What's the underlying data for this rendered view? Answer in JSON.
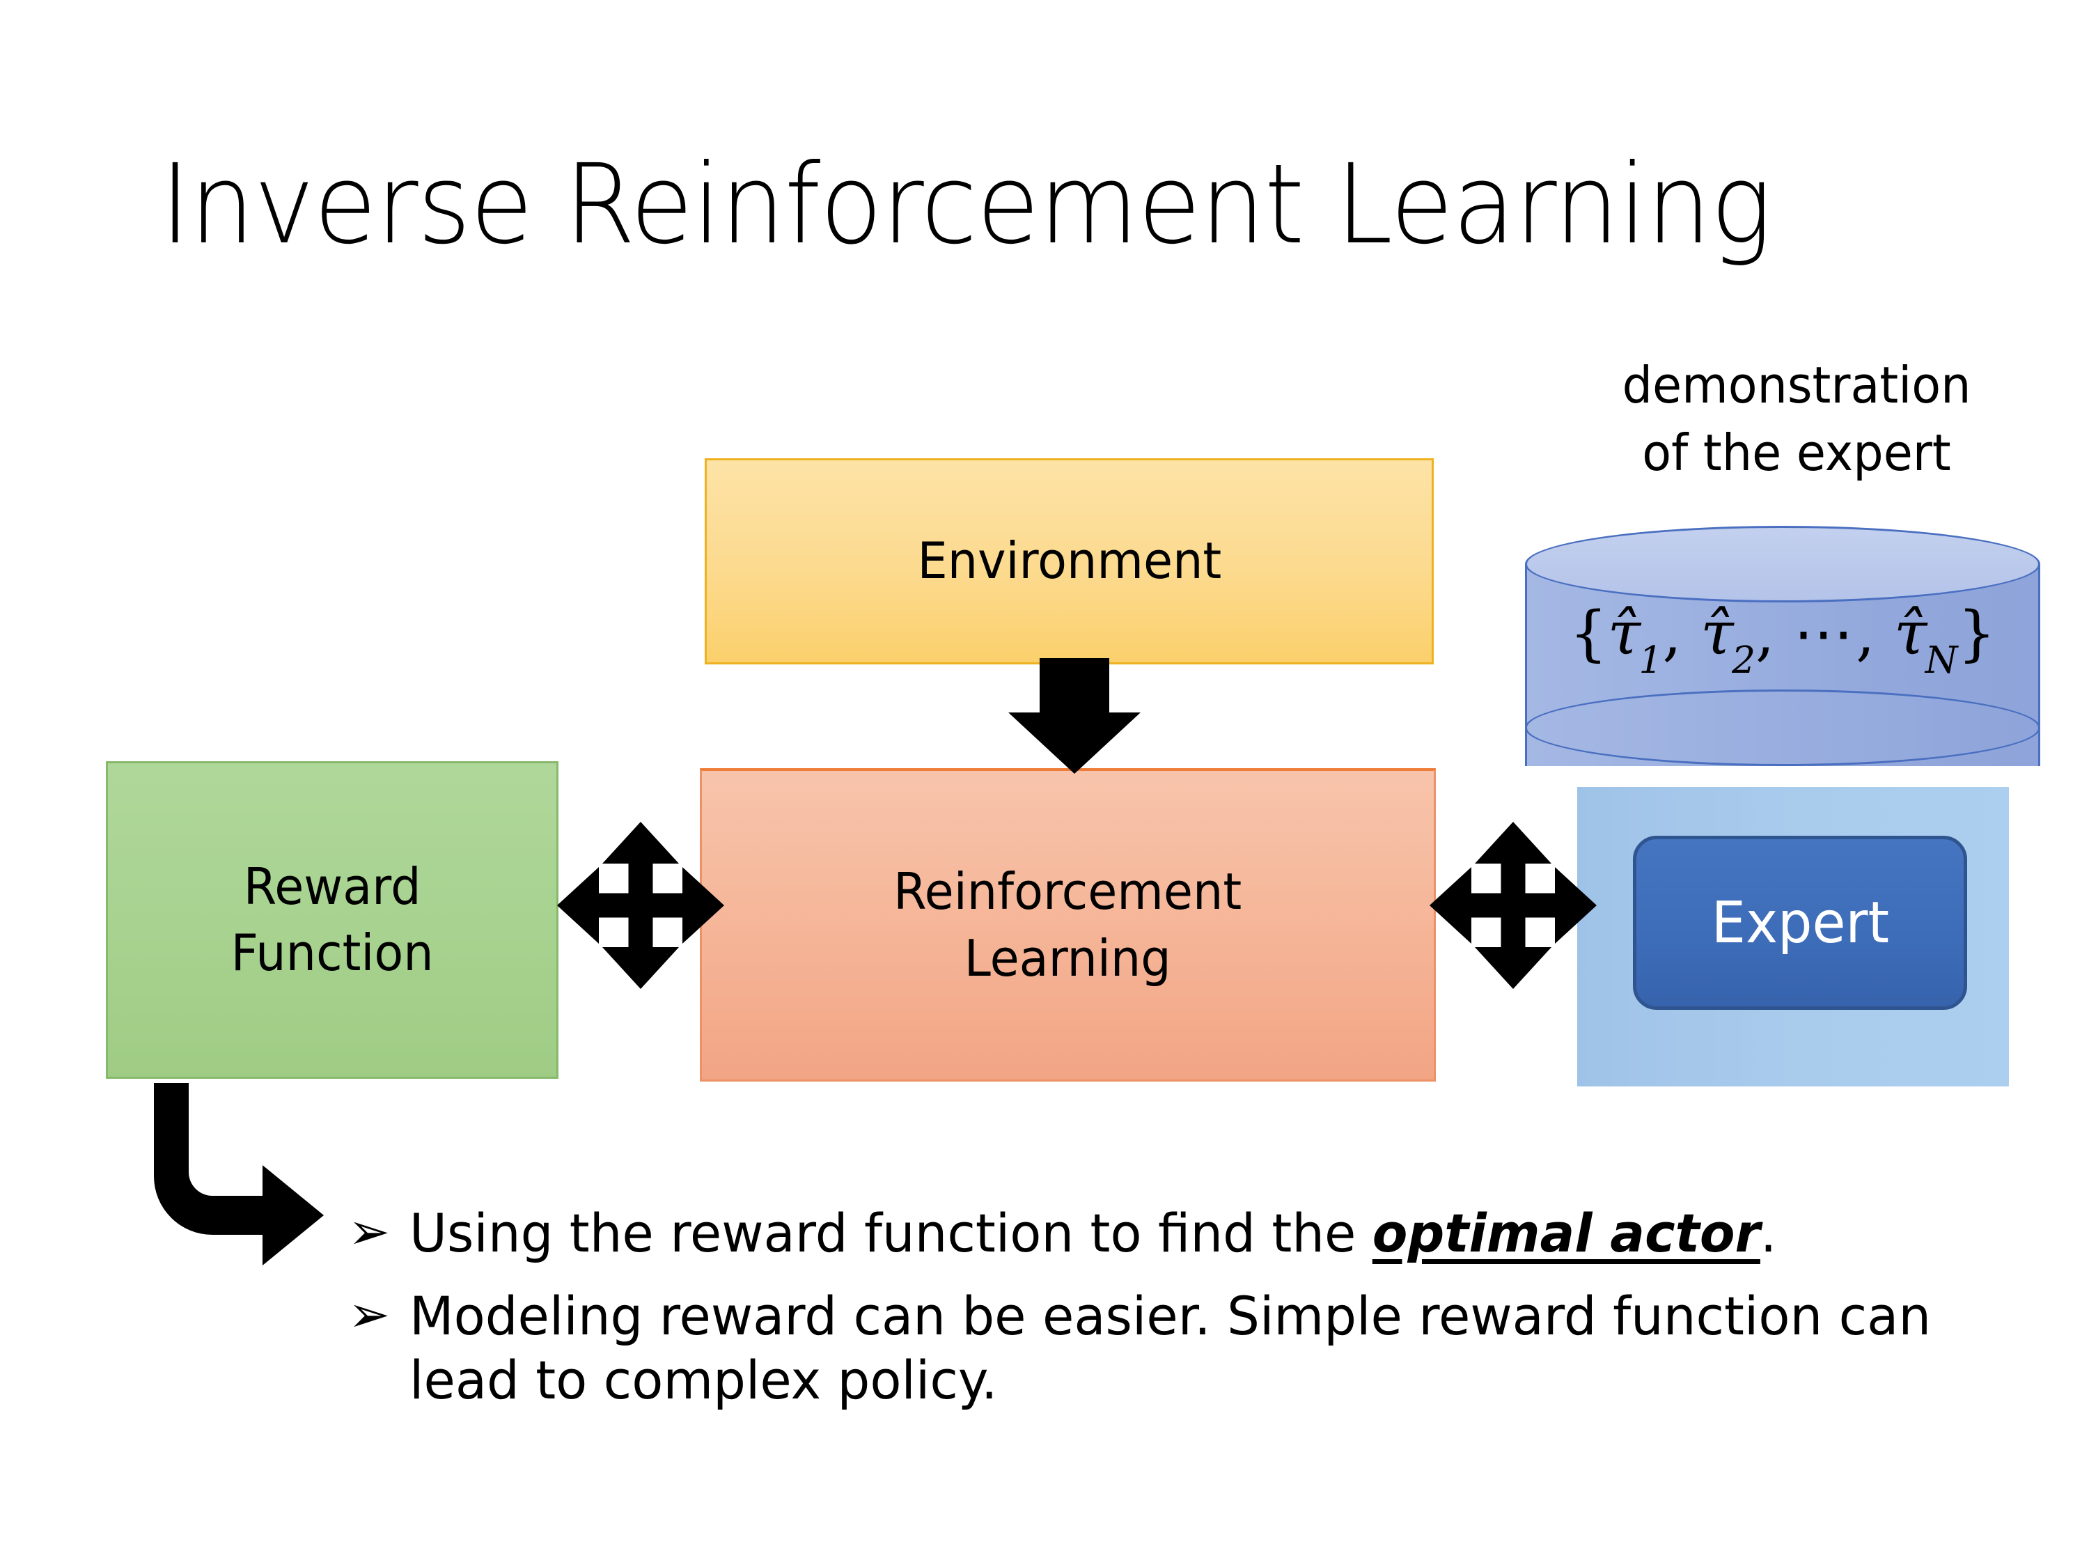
{
  "slide": {
    "title": "Inverse Reinforcement Learning",
    "background_color": "#FFFFFF"
  },
  "diagram": {
    "environment_box": {
      "label": "Environment",
      "fill_top": "#FDE3A7",
      "fill_bottom": "#FBD06C",
      "border_color": "#EEB221"
    },
    "rl_box": {
      "label_line1": "Reinforcement",
      "label_line2": "Learning",
      "fill_top": "#F7C4AB",
      "fill_bottom": "#F2A585",
      "border_color": "#ED7D3A"
    },
    "reward_box": {
      "label_line1": "Reward",
      "label_line2": "Function",
      "fill_top": "#AFD79A",
      "fill_bottom": "#9FCC85",
      "border_color": "#86B96B"
    },
    "expert_panel": {
      "fill": "#A9CBEC"
    },
    "expert_box": {
      "label": "Expert",
      "fill": "#3D6CB8",
      "border_color": "#2E5590",
      "text_color": "#FFFFFF"
    },
    "demonstration_cylinder": {
      "caption_line1": "demonstration",
      "caption_line2": "of the expert",
      "formula": {
        "open_brace": "{",
        "term1": "τ̂",
        "sub1": "1",
        "sep1": ", ",
        "term2": "τ̂",
        "sub2": "2",
        "sep2": ", ",
        "ellipsis": "⋯",
        "sep3": ", ",
        "term3": "τ̂",
        "sub3": "N",
        "close_brace": "}"
      },
      "fill": "#97ACDE",
      "top_fill": "#BCCAEC",
      "border_color": "#4A6FC0"
    },
    "arrows": [
      {
        "name": "environment-to-rl",
        "kind": "down-arrow",
        "color": "#000000"
      },
      {
        "name": "reward-rl-link",
        "kind": "quad-arrow",
        "color": "#000000"
      },
      {
        "name": "rl-expert-link",
        "kind": "quad-arrow",
        "color": "#000000"
      },
      {
        "name": "reward-to-bullets",
        "kind": "elbow-arrow",
        "color": "#000000"
      }
    ]
  },
  "bullets": {
    "marker": "➢",
    "items": [
      {
        "prefix": "Using the reward function to find the ",
        "emphasis": "optimal actor",
        "suffix": "."
      },
      {
        "prefix": "Modeling reward can be easier. Simple reward function can lead to complex policy.",
        "emphasis": "",
        "suffix": ""
      }
    ]
  }
}
